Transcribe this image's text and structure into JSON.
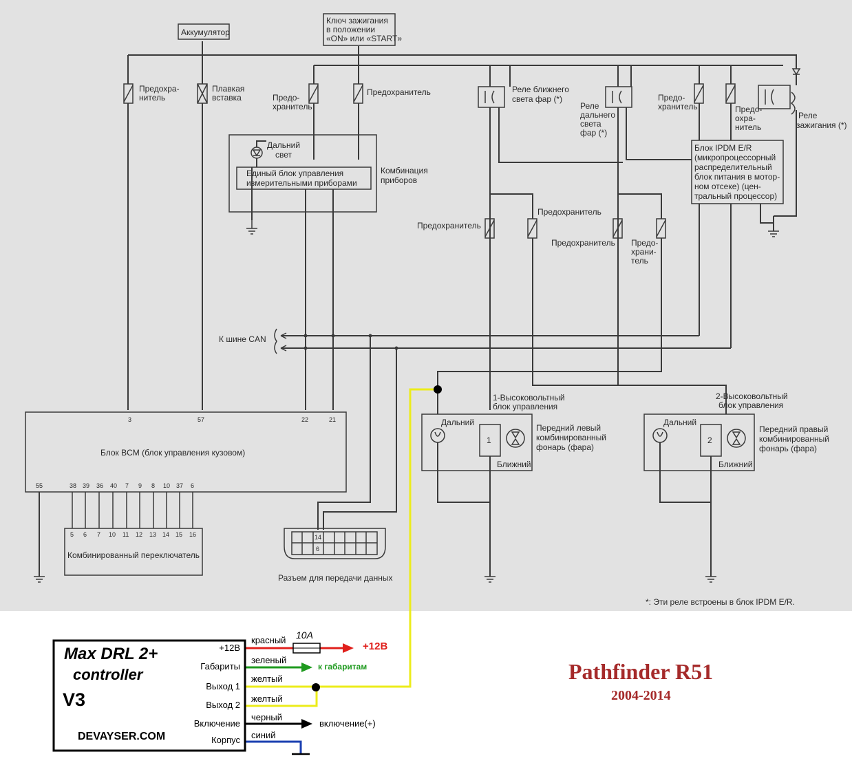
{
  "schematic": {
    "battery": "Аккумулятор",
    "ignition": [
      "Ключ зажигания",
      "в положении",
      "«ON» или «START»"
    ],
    "fuse_ab": [
      "Предохра-",
      "нитель"
    ],
    "fusible_link": [
      "Плавкая",
      "вставка"
    ],
    "fuse_cd": [
      "Предо-",
      "хранитель"
    ],
    "fuse_single": "Предохранитель",
    "fuse_pred_hran": [
      "Предо-",
      "хранитель"
    ],
    "fuse_pred_ohra": [
      "Предо-",
      "охра-",
      "нитель"
    ],
    "fuse_pred_hran_tel": [
      "Предо-",
      "храни-",
      "тель"
    ],
    "relay_low": [
      "Реле ближнего",
      "света фар (*)"
    ],
    "relay_high": [
      "Реле",
      "дальнего",
      "света",
      "фар (*)"
    ],
    "relay_ign": [
      "Реле",
      "зажигания (*)"
    ],
    "ipdm": [
      "Блок IPDM E/R",
      "(микропроцессорный",
      "распределительный",
      "блок питания в мотор-",
      "ном отсеке) (цен-",
      "тральный процессор)"
    ],
    "high_beam_ind": [
      "Дальний",
      "свет"
    ],
    "meter_unit": [
      "Единый блок управления",
      "измерительными приборами"
    ],
    "combo_meter": [
      "Комбинация",
      "приборов"
    ],
    "can_bus": "К шине CAN",
    "bcm": "Блок BCM (блок управления кузовом)",
    "bcm_top_pins": [
      "3",
      "57",
      "22",
      "21"
    ],
    "bcm_bottom_pins": [
      "55",
      "38",
      "39",
      "36",
      "40",
      "7",
      "9",
      "8",
      "10",
      "37",
      "6"
    ],
    "switch_pins": [
      "5",
      "6",
      "7",
      "10",
      "11",
      "12",
      "13",
      "14",
      "15",
      "16"
    ],
    "combo_switch": "Комбинированный переключатель",
    "dlc": "Разъем для передачи данных",
    "dlc_pins": [
      "14",
      "6"
    ],
    "hv_unit1": [
      "1-Высоковольтный",
      "блок управления"
    ],
    "hv_unit2": [
      "2-Высоковольтный",
      "блок управления"
    ],
    "high": "Дальний",
    "low": "Ближний",
    "unit1_num": "1",
    "unit2_num": "2",
    "left_lamp": [
      "Передний левый",
      "комбинированный",
      "фонарь (фара)"
    ],
    "right_lamp": [
      "Передний правый",
      "комбинированный",
      "фонарь (фара)"
    ],
    "footnote": "*: Эти реле встроены в блок IPDM E/R."
  },
  "controller": {
    "title_line1": "Max DRL 2+",
    "title_line2": "controller",
    "version": "V3",
    "site": "DEVAYSER.COM",
    "pins": [
      "+12В",
      "Габариты",
      "Выход 1",
      "Выход 2",
      "Включение",
      "Корпус"
    ],
    "wire_colors": [
      "красный",
      "зеленый",
      "желтый",
      "желтый",
      "черный",
      "синий"
    ],
    "fuse_rating": "10А",
    "to_12v": "+12В",
    "to_parking": "к габаритам",
    "to_ignition": "включение(+)"
  },
  "model": {
    "name": "Pathfinder R51",
    "years": "2004-2014"
  },
  "colors": {
    "red": "#e0201c",
    "green": "#1e9a1e",
    "yellow": "#ecec1a",
    "blue": "#1a3fb0",
    "black": "#000000",
    "title": "#a52a2a"
  }
}
